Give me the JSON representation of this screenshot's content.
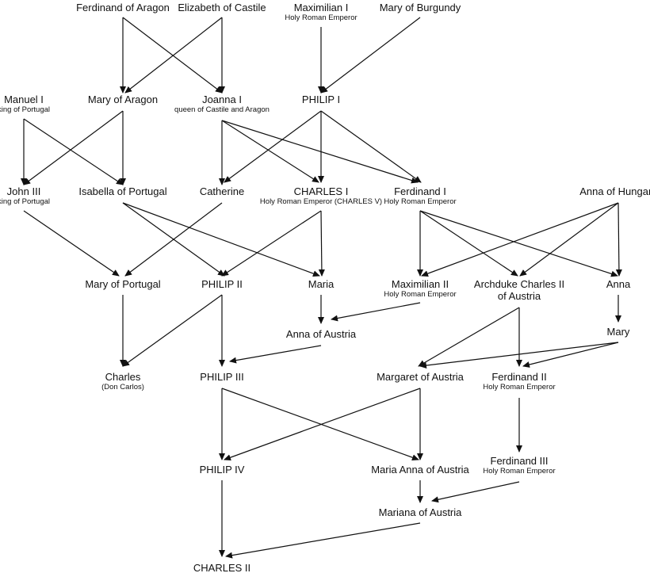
{
  "people": [
    {
      "id": "ferdinand_aragon",
      "name": "Ferdinand of Aragon",
      "sub": ""
    },
    {
      "id": "elizabeth_castile",
      "name": "Elizabeth of Castile",
      "sub": ""
    },
    {
      "id": "maximilian1",
      "name": "Maximilian I",
      "sub": "Holy Roman Emperor"
    },
    {
      "id": "mary_burgundy",
      "name": "Mary of Burgundy",
      "sub": ""
    },
    {
      "id": "manuel1",
      "name": "Manuel I",
      "sub": "king of Portugal"
    },
    {
      "id": "mary_aragon",
      "name": "Mary of Aragon",
      "sub": ""
    },
    {
      "id": "joanna1",
      "name": "Joanna I",
      "sub": "queen of Castile and Aragon"
    },
    {
      "id": "philip1",
      "name": "PHILIP I",
      "sub": ""
    },
    {
      "id": "john3",
      "name": "John III",
      "sub": "king of Portugal"
    },
    {
      "id": "isabella_portugal",
      "name": "Isabella of Portugal",
      "sub": ""
    },
    {
      "id": "catherine",
      "name": "Catherine",
      "sub": ""
    },
    {
      "id": "charles1",
      "name": "CHARLES I",
      "sub": "Holy Roman Emperor (CHARLES V)"
    },
    {
      "id": "ferdinand1",
      "name": "Ferdinand I",
      "sub": "Holy Roman Emperor"
    },
    {
      "id": "anna_hungary",
      "name": "Anna of Hungary",
      "sub": ""
    },
    {
      "id": "mary_portugal",
      "name": "Mary of Portugal",
      "sub": ""
    },
    {
      "id": "philip2",
      "name": "PHILIP II",
      "sub": ""
    },
    {
      "id": "maria",
      "name": "Maria",
      "sub": ""
    },
    {
      "id": "maximilian2",
      "name": "Maximilian II",
      "sub": "Holy Roman Emperor"
    },
    {
      "id": "charles2_austria",
      "name": "Archduke Charles II",
      "sub2": "of Austria"
    },
    {
      "id": "anna",
      "name": "Anna",
      "sub": ""
    },
    {
      "id": "anna_austria",
      "name": "Anna of Austria",
      "sub": ""
    },
    {
      "id": "mary",
      "name": "Mary",
      "sub": ""
    },
    {
      "id": "charles_don",
      "name": "Charles",
      "sub": "(Don Carlos)"
    },
    {
      "id": "philip3",
      "name": "PHILIP III",
      "sub": ""
    },
    {
      "id": "margaret_austria",
      "name": "Margaret of Austria",
      "sub": ""
    },
    {
      "id": "ferdinand2",
      "name": "Ferdinand II",
      "sub": "Holy Roman Emperor"
    },
    {
      "id": "philip4",
      "name": "PHILIP IV",
      "sub": ""
    },
    {
      "id": "maria_anna_austria",
      "name": "Maria Anna of Austria",
      "sub": ""
    },
    {
      "id": "ferdinand3",
      "name": "Ferdinand III",
      "sub": "Holy Roman Emperor"
    },
    {
      "id": "mariana_austria",
      "name": "Mariana of Austria",
      "sub": ""
    },
    {
      "id": "charles2",
      "name": "CHARLES II",
      "sub": ""
    }
  ],
  "relations": [
    {
      "from": "ferdinand_aragon",
      "to": "mary_aragon"
    },
    {
      "from": "ferdinand_aragon",
      "to": "joanna1"
    },
    {
      "from": "elizabeth_castile",
      "to": "mary_aragon"
    },
    {
      "from": "elizabeth_castile",
      "to": "joanna1"
    },
    {
      "from": "maximilian1",
      "to": "philip1"
    },
    {
      "from": "mary_burgundy",
      "to": "philip1"
    },
    {
      "from": "manuel1",
      "to": "john3"
    },
    {
      "from": "manuel1",
      "to": "isabella_portugal"
    },
    {
      "from": "mary_aragon",
      "to": "john3"
    },
    {
      "from": "mary_aragon",
      "to": "isabella_portugal"
    },
    {
      "from": "joanna1",
      "to": "catherine"
    },
    {
      "from": "joanna1",
      "to": "charles1"
    },
    {
      "from": "joanna1",
      "to": "ferdinand1"
    },
    {
      "from": "philip1",
      "to": "catherine"
    },
    {
      "from": "philip1",
      "to": "charles1"
    },
    {
      "from": "philip1",
      "to": "ferdinand1"
    },
    {
      "from": "john3",
      "to": "mary_portugal"
    },
    {
      "from": "catherine",
      "to": "mary_portugal"
    },
    {
      "from": "isabella_portugal",
      "to": "philip2"
    },
    {
      "from": "isabella_portugal",
      "to": "maria"
    },
    {
      "from": "charles1",
      "to": "philip2"
    },
    {
      "from": "charles1",
      "to": "maria"
    },
    {
      "from": "ferdinand1",
      "to": "maximilian2"
    },
    {
      "from": "ferdinand1",
      "to": "charles2_austria"
    },
    {
      "from": "ferdinand1",
      "to": "anna"
    },
    {
      "from": "anna_hungary",
      "to": "maximilian2"
    },
    {
      "from": "anna_hungary",
      "to": "charles2_austria"
    },
    {
      "from": "anna_hungary",
      "to": "anna"
    },
    {
      "from": "maria",
      "to": "anna_austria"
    },
    {
      "from": "maximilian2",
      "to": "anna_austria"
    },
    {
      "from": "anna",
      "to": "mary"
    },
    {
      "from": "mary_portugal",
      "to": "charles_don"
    },
    {
      "from": "philip2",
      "to": "charles_don"
    },
    {
      "from": "philip2",
      "to": "philip3"
    },
    {
      "from": "anna_austria",
      "to": "philip3"
    },
    {
      "from": "charles2_austria",
      "to": "margaret_austria"
    },
    {
      "from": "charles2_austria",
      "to": "ferdinand2"
    },
    {
      "from": "mary",
      "to": "margaret_austria"
    },
    {
      "from": "mary",
      "to": "ferdinand2"
    },
    {
      "from": "philip3",
      "to": "philip4"
    },
    {
      "from": "philip3",
      "to": "maria_anna_austria"
    },
    {
      "from": "margaret_austria",
      "to": "philip4"
    },
    {
      "from": "margaret_austria",
      "to": "maria_anna_austria"
    },
    {
      "from": "ferdinand2",
      "to": "ferdinand3"
    },
    {
      "from": "maria_anna_austria",
      "to": "mariana_austria"
    },
    {
      "from": "ferdinand3",
      "to": "mariana_austria"
    },
    {
      "from": "philip4",
      "to": "charles2"
    },
    {
      "from": "mariana_austria",
      "to": "charles2"
    }
  ]
}
